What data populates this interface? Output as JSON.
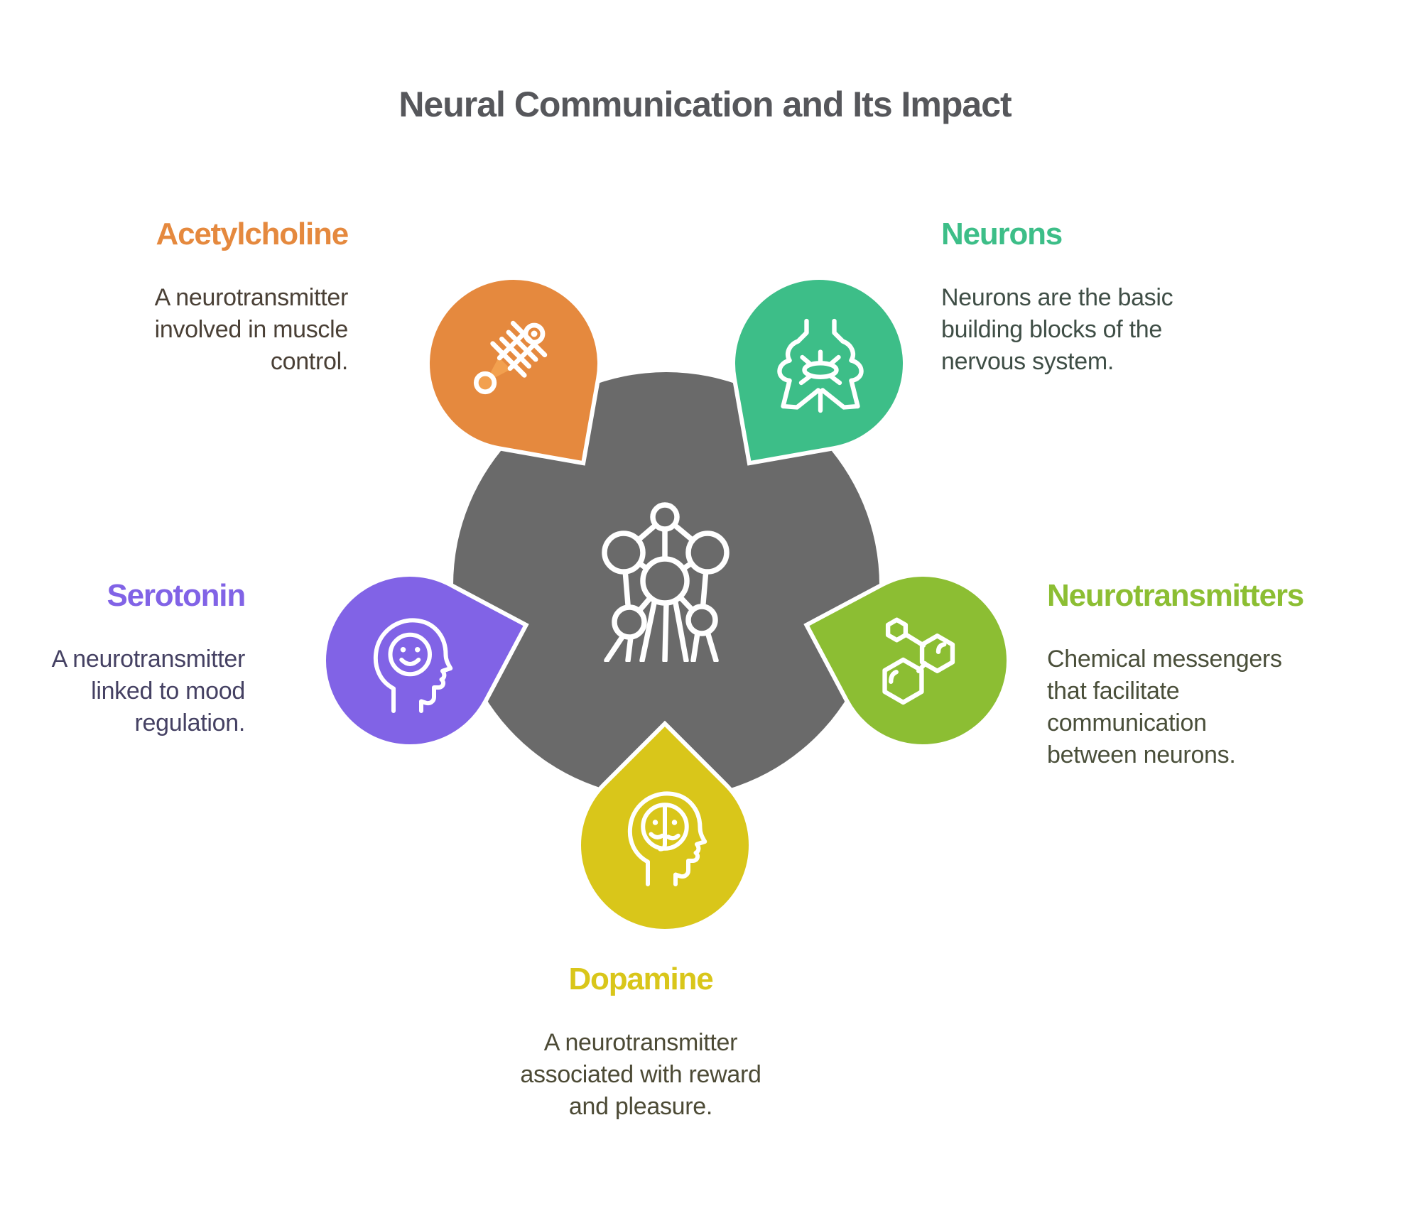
{
  "title": "Neural Communication and Its Impact",
  "colors": {
    "background": "#FFFFFF",
    "title_text": "#56575B",
    "center_circle": "#6A6A6A",
    "acetylcholine": "#E5893E",
    "neurons": "#3DBE88",
    "serotonin": "#8163E6",
    "neurotransmitters": "#8CBE33",
    "dopamine": "#D9C61A"
  },
  "center": {
    "icon": "neural-network-icon"
  },
  "sections": [
    {
      "id": "acetylcholine",
      "label": "Acetylcholine",
      "description": "A neurotransmitter\ninvolved in muscle\ncontrol.",
      "icon": "muscle-icon",
      "accent_color": "#E5893E",
      "text_color": "#4A4036",
      "position": "top-left"
    },
    {
      "id": "neurons",
      "label": "Neurons",
      "description": "Neurons are the basic\nbuilding blocks of the\nnervous system.",
      "icon": "neuron-icon",
      "accent_color": "#3DBE88",
      "text_color": "#3F4E46",
      "position": "top-right"
    },
    {
      "id": "serotonin",
      "label": "Serotonin",
      "description": "A neurotransmitter\nlinked to mood\nregulation.",
      "icon": "head-smiley-icon",
      "accent_color": "#8163E6",
      "text_color": "#454163",
      "position": "middle-left"
    },
    {
      "id": "neurotransmitters",
      "label": "Neurotransmitters",
      "description": "Chemical messengers\nthat facilitate\ncommunication\nbetween neurons.",
      "icon": "molecule-icon",
      "accent_color": "#8CBE33",
      "text_color": "#4A4F3A",
      "position": "middle-right"
    },
    {
      "id": "dopamine",
      "label": "Dopamine",
      "description": "A neurotransmitter\nassociated with reward\nand pleasure.",
      "icon": "head-brain-icon",
      "accent_color": "#D9C61A",
      "text_color": "#4C4A35",
      "position": "bottom-center"
    }
  ]
}
